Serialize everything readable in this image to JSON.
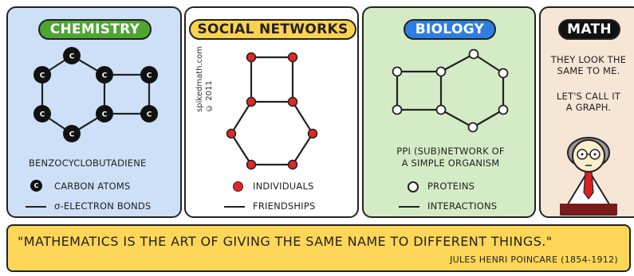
{
  "panels": {
    "chemistry": {
      "title": "CHEMISTRY",
      "badge_color": "#4fa532",
      "bg_color": "#cde0f8",
      "node_letter": "C",
      "caption": "BENZOCYCLOBUTADIENE",
      "legend_node": "CARBON ATOMS",
      "legend_edge": "σ-ELECTRON BONDS"
    },
    "social": {
      "title": "SOCIAL NETWORKS",
      "badge_color": "#fcd24f",
      "bg_color": "#ffffff",
      "node_color": "#e32626",
      "credit": "spikedmath.com\n© 2011",
      "legend_node": "INDIVIDUALS",
      "legend_edge": "FRIENDSHIPS"
    },
    "biology": {
      "title": "BIOLOGY",
      "badge_color": "#2e7de0",
      "bg_color": "#d4ecc6",
      "caption_line1": "PPI (SUB)NETWORK OF",
      "caption_line2": "A SIMPLE ORGANISM",
      "legend_node": "PROTEINS",
      "legend_edge": "INTERACTIONS"
    },
    "math": {
      "title": "MATH",
      "badge_color": "#111111",
      "bg_color": "#f7e6d6",
      "text_line1": "THEY LOOK THE",
      "text_line2": "SAME TO ME.",
      "text_line3": "LET'S CALL IT",
      "text_line4": "A GRAPH."
    }
  },
  "quote": {
    "text": "\"MATHEMATICS IS THE ART OF GIVING THE SAME NAME TO DIFFERENT THINGS.\"",
    "author": "JULES HENRI POINCARE (1854-1912)"
  }
}
